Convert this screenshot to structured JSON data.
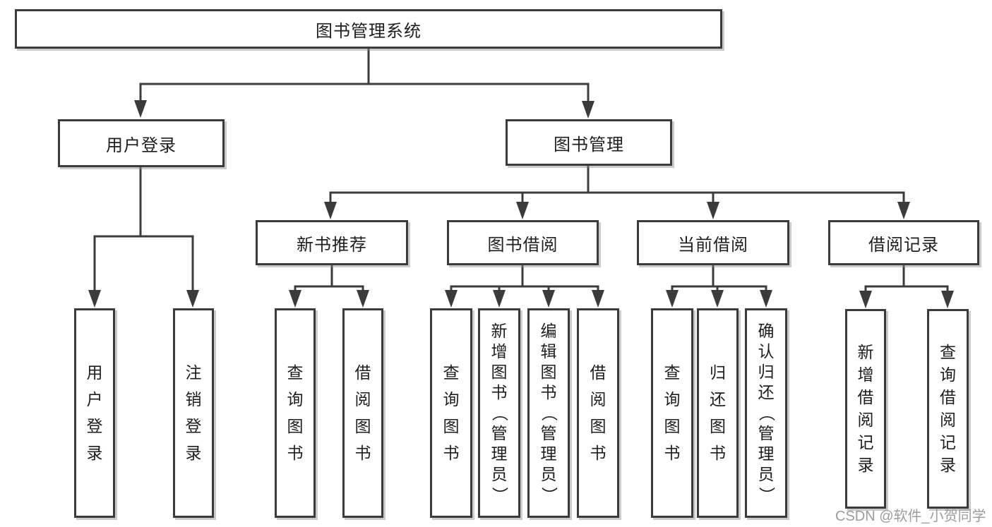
{
  "colors": {
    "line": "#3b3b3b",
    "text": "#1e1e1e",
    "box_background": "#ffffff",
    "watermark": "#9c9c9c"
  },
  "watermark": "CSDN @软件_小贺同学",
  "tree": {
    "root": "图书管理系统",
    "branches": [
      {
        "label": "用户登录",
        "children": [
          {
            "label": "用户登录"
          },
          {
            "label": "注销登录"
          }
        ]
      },
      {
        "label": "图书管理",
        "children": [
          {
            "label": "新书推荐",
            "children": [
              {
                "label": "查询图书"
              },
              {
                "label": "借阅图书"
              }
            ]
          },
          {
            "label": "图书借阅",
            "children": [
              {
                "label": "查询图书"
              },
              {
                "label": "新增图书（管理员）"
              },
              {
                "label": "编辑图书（管理员）"
              },
              {
                "label": "借阅图书"
              }
            ]
          },
          {
            "label": "当前借阅",
            "children": [
              {
                "label": "查询图书"
              },
              {
                "label": "归还图书"
              },
              {
                "label": "确认归还（管理员）"
              }
            ]
          },
          {
            "label": "借阅记录",
            "children": [
              {
                "label": "新增借阅记录"
              },
              {
                "label": "查询借阅记录"
              }
            ]
          }
        ]
      }
    ]
  }
}
